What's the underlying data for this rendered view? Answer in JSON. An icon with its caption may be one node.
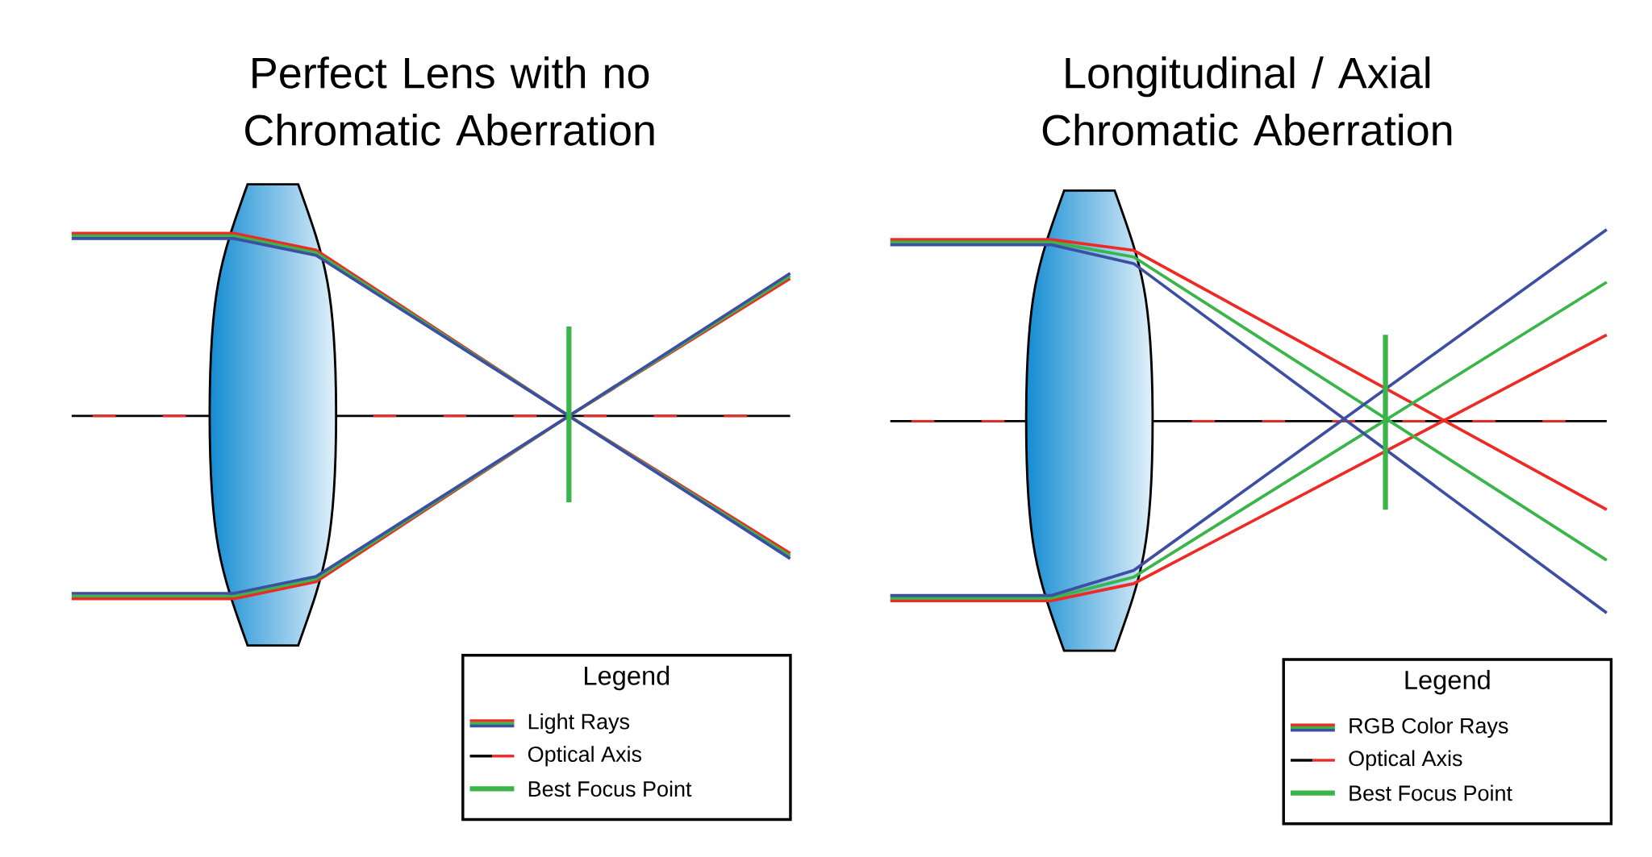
{
  "diagram": {
    "nodes": [
      {
        "text": [
          "Legend"
        ]
      },
      {
        "text": [
          "Legend"
        ]
      }
    ],
    "labels": [
      "Perfect Lens with no Chromatic Aberration",
      "Longitudinal / Axial Chromatic Aberration"
    ],
    "legend": [
      {
        "text": "Light Rays"
      },
      {
        "text": "Optical Axis"
      },
      {
        "text": "Best Focus Point"
      },
      {
        "text": "RGB Color Rays"
      },
      {
        "text": "Optical Axis"
      },
      {
        "text": "Best Focus Point"
      }
    ]
  }
}
